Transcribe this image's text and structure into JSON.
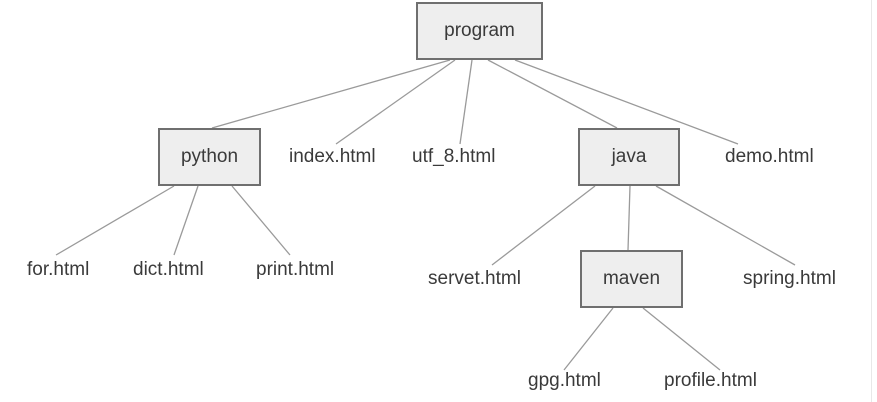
{
  "colors": {
    "line": "#9a9a9a",
    "folder_fill": "#eeeeee",
    "folder_border": "#6f6f6f",
    "text": "#3a3a3a"
  },
  "tree": {
    "root": {
      "label": "program"
    },
    "python": {
      "label": "python",
      "children": [
        "for.html",
        "dict.html",
        "print.html"
      ]
    },
    "index": {
      "label": "index.html"
    },
    "utf8": {
      "label": "utf_8.html"
    },
    "java": {
      "label": "java",
      "servet": {
        "label": "servet.html"
      },
      "maven": {
        "label": "maven",
        "children": [
          "gpg.html",
          "profile.html"
        ]
      },
      "spring": {
        "label": "spring.html"
      }
    },
    "demo": {
      "label": "demo.html"
    }
  }
}
